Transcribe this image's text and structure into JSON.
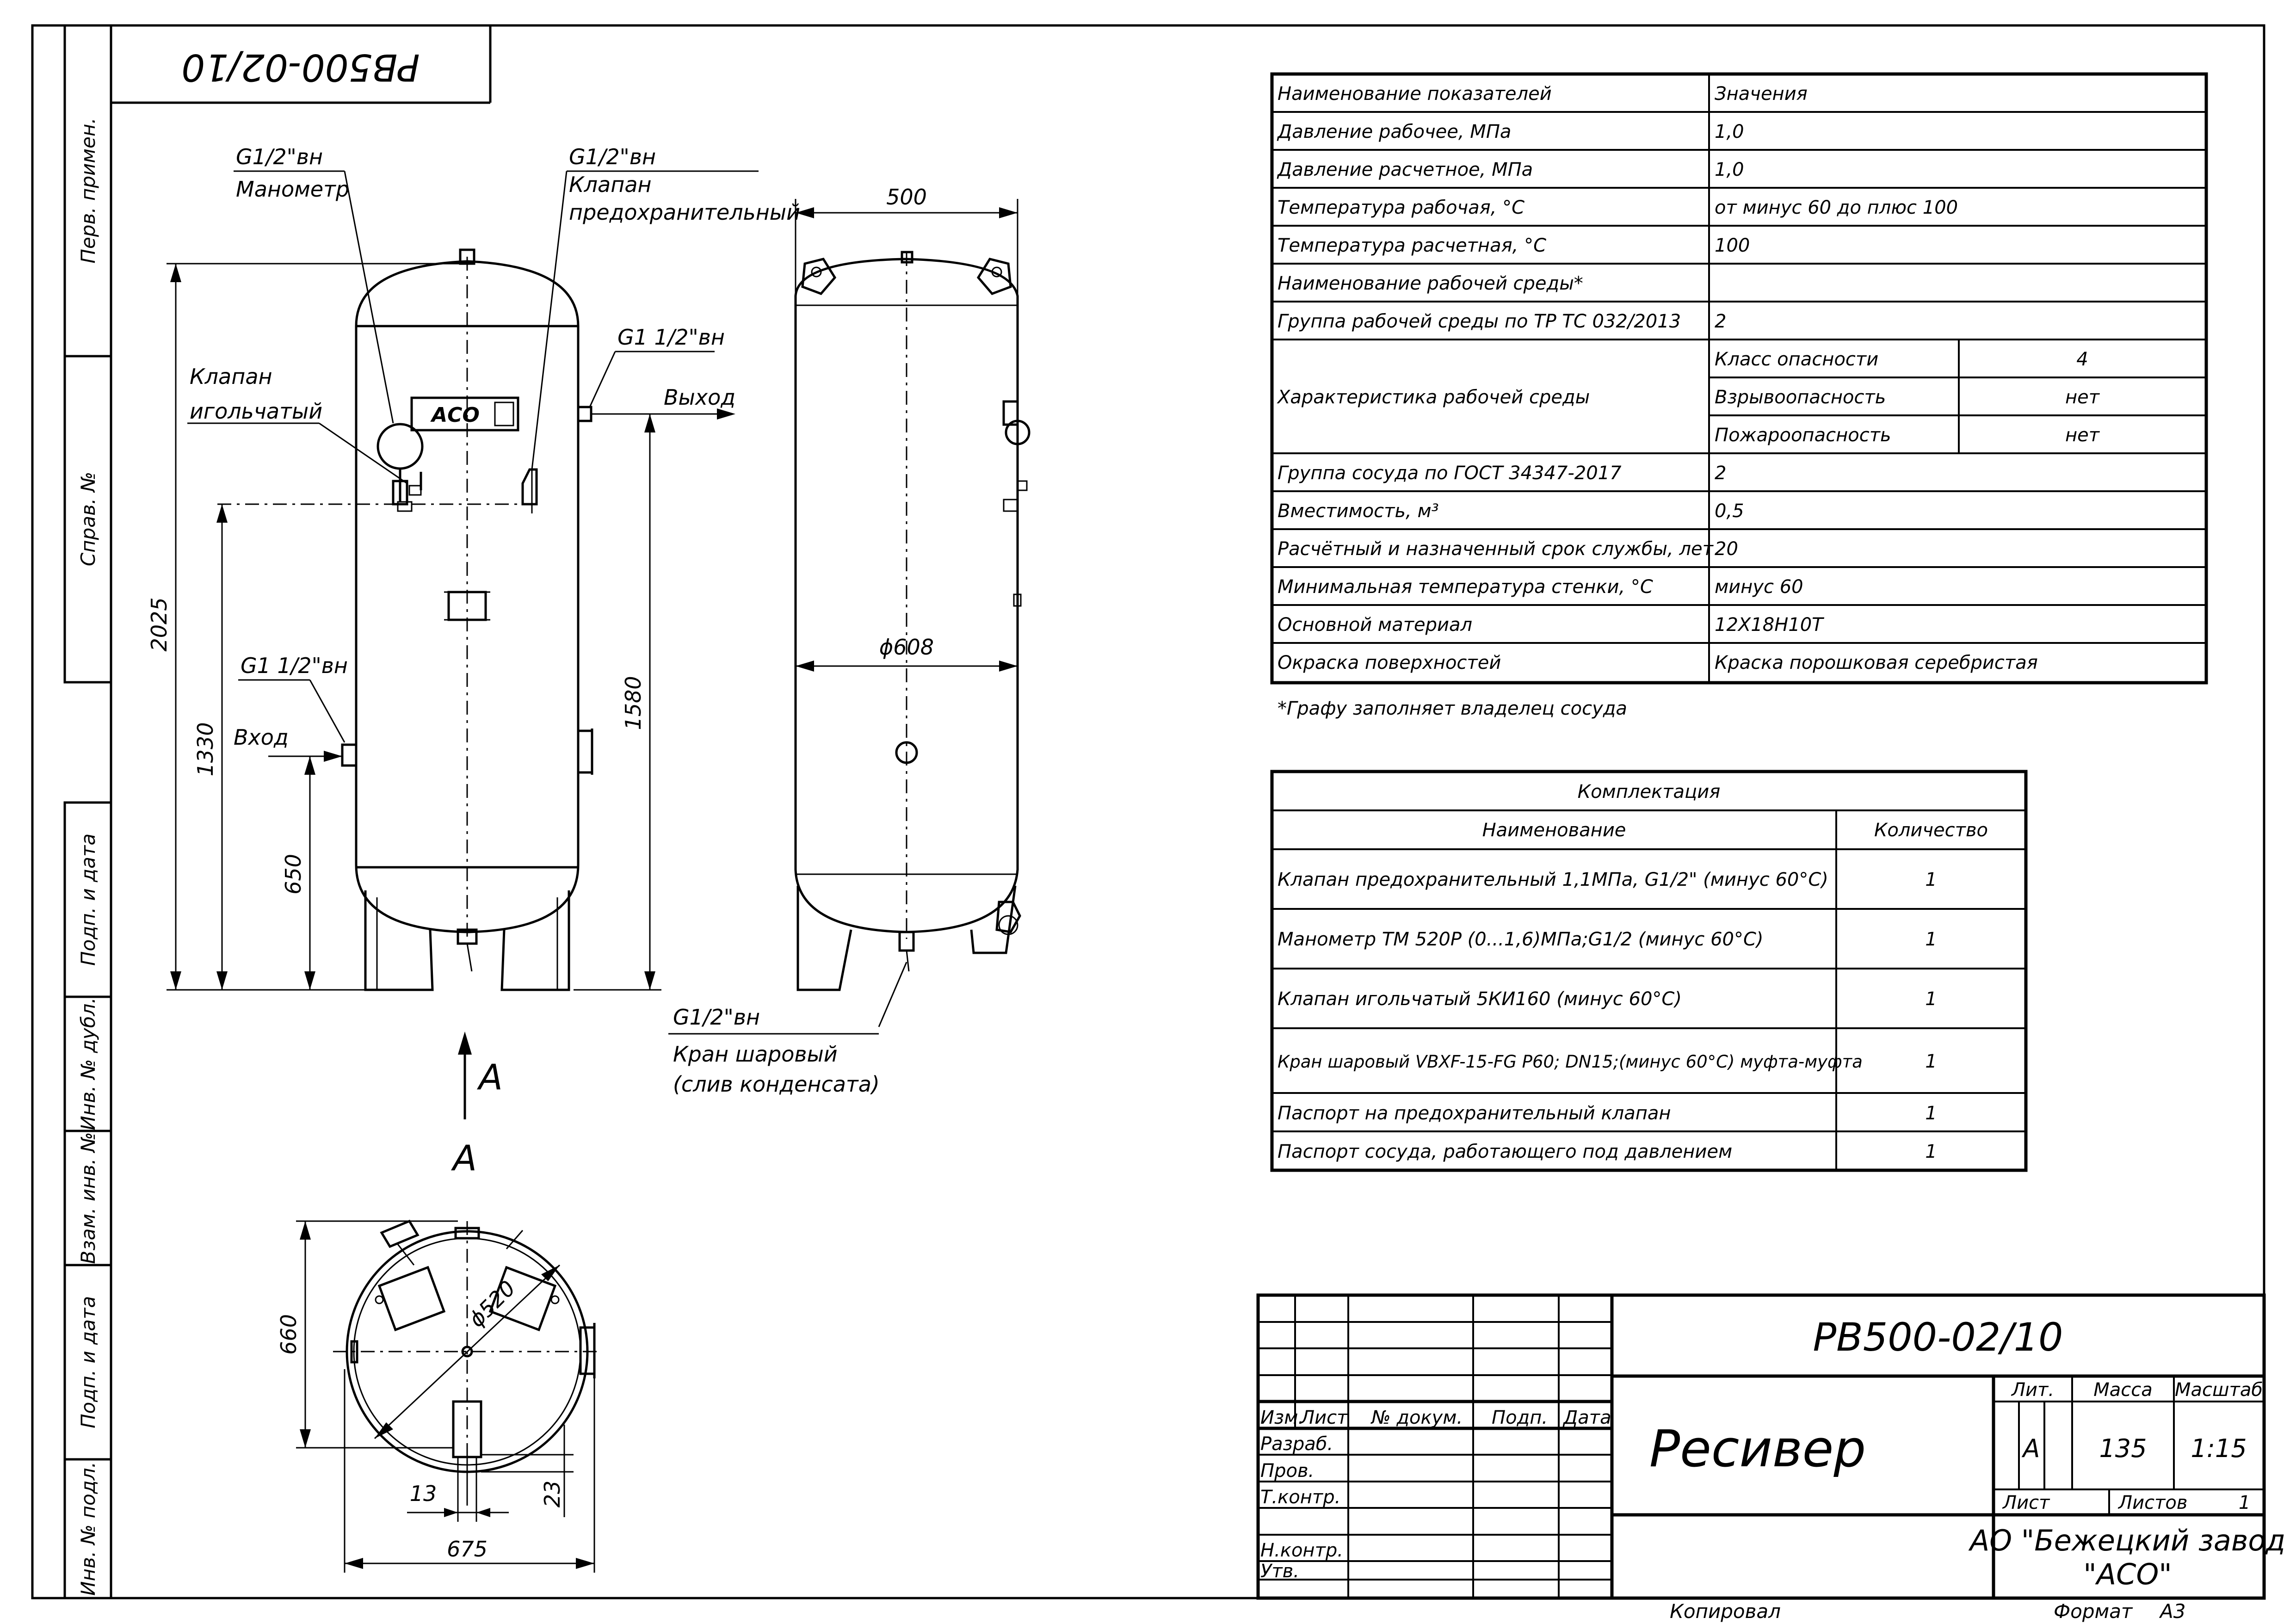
{
  "document": {
    "drawing_code": "РВ500-02/10",
    "product_name": "Ресивер",
    "company_line1": "АО \"Бежецкий завод",
    "company_line2": "\"АСО\"",
    "footer_copied": "Копировал",
    "footer_format": "Формат",
    "footer_format_value": "А3"
  },
  "side_strip": {
    "labels": [
      "Перв. примен.",
      "Справ. №",
      "Подп. и дата",
      "Инв. № дубл.",
      "Взам. инв. №",
      "Подп. и дата",
      "Инв. № подл."
    ]
  },
  "front_view": {
    "callouts": {
      "manometer_thread": "G1/2\"вн",
      "manometer": "Манометр",
      "safety_valve_thread": "G1/2\"вн",
      "safety_valve_1": "Клапан",
      "safety_valve_2": "предохранительный",
      "needle_valve_1": "Клапан",
      "needle_valve_2": "игольчатый",
      "outlet_thread": "G1 1/2\"вн",
      "outlet": "Выход",
      "inlet_thread": "G1 1/2\"вн",
      "inlet": "Вход",
      "logo": "АСО",
      "view_a_arrow": "А",
      "view_a_title": "А"
    },
    "dims": {
      "total_height": "2025",
      "inlet_height": "1330",
      "manometer_height": "650",
      "outlet_height": "1580"
    }
  },
  "side_view": {
    "dims": {
      "width": "500",
      "diameter": "ϕ608"
    },
    "callouts": {
      "drain_thread": "G1/2\"вн",
      "drain_1": "Кран шаровый",
      "drain_2": "(слив конденсата)"
    }
  },
  "top_view": {
    "dims": {
      "bolt_circle": "ϕ520",
      "depth": "660",
      "width": "675",
      "offset_13": "13",
      "offset_23": "23"
    }
  },
  "specs_table": {
    "header": {
      "name": "Наименование показателей",
      "value": "Значения"
    },
    "rows_before": [
      {
        "name": "Давление рабочее, МПа",
        "value": "1,0"
      },
      {
        "name": "Давление расчетное, МПа",
        "value": "1,0"
      },
      {
        "name": "Температура рабочая, °С",
        "value": "от минус 60 до плюс 100"
      },
      {
        "name": "Температура расчетная, °С",
        "value": "100"
      },
      {
        "name": "Наименование рабочей среды*",
        "value": ""
      },
      {
        "name": "Группа рабочей среды по ТР ТС 032/2013",
        "value": "2"
      }
    ],
    "characteristic": {
      "name": "Характеристика рабочей среды",
      "items": [
        {
          "name": "Класс опасности",
          "value": "4"
        },
        {
          "name": "Взрывоопасность",
          "value": "нет"
        },
        {
          "name": "Пожароопасность",
          "value": "нет"
        }
      ]
    },
    "rows_after": [
      {
        "name": "Группа сосуда по ГОСТ 34347-2017",
        "value": "2"
      },
      {
        "name": "Вместимость, м³",
        "value": "0,5"
      },
      {
        "name": "Расчётный и назначенный срок службы, лет",
        "value": "20"
      },
      {
        "name": "Минимальная температура стенки, °С",
        "value": "минус 60"
      },
      {
        "name": "Основной материал",
        "value": "12Х18Н10Т"
      },
      {
        "name": "Окраска поверхностей",
        "value": "Краска порошковая серебристая"
      }
    ],
    "footnote": "*Графу заполняет владелец сосуда"
  },
  "kit_table": {
    "title": "Комплектация",
    "col_name": "Наименование",
    "col_qty": "Количество",
    "rows": [
      {
        "name": "Клапан предохранительный 1,1МПа, G1/2\" (минус 60°С)",
        "qty": "1"
      },
      {
        "name": "Манометр ТМ 520Р (0...1,6)МПа;G1/2 (минус 60°С)",
        "qty": "1"
      },
      {
        "name": "Клапан игольчатый 5КИ160 (минус 60°С)",
        "qty": "1"
      },
      {
        "name": "Кран шаровый VBXF-15-FG P60; DN15;(минус 60°С) муфта-муфта",
        "qty": "1"
      },
      {
        "name": "Паспорт на предохранительный клапан",
        "qty": "1"
      },
      {
        "name": "Паспорт сосуда, работающего под давлением",
        "qty": "1"
      }
    ]
  },
  "title_block": {
    "columns": [
      "Изм.",
      "Лист",
      "№ докум.",
      "Подп.",
      "Дата"
    ],
    "roles": [
      "Разраб.",
      "Пров.",
      "Т.контр.",
      "",
      "Н.контр.",
      "Утв."
    ],
    "lit_label": "Лит.",
    "mass_label": "Масса",
    "scale_label": "Масштаб",
    "lit_value": "А",
    "mass_value": "135",
    "scale_value": "1:15",
    "sheet_label": "Лист",
    "sheets_label": "Листов",
    "sheets_value": "1"
  }
}
